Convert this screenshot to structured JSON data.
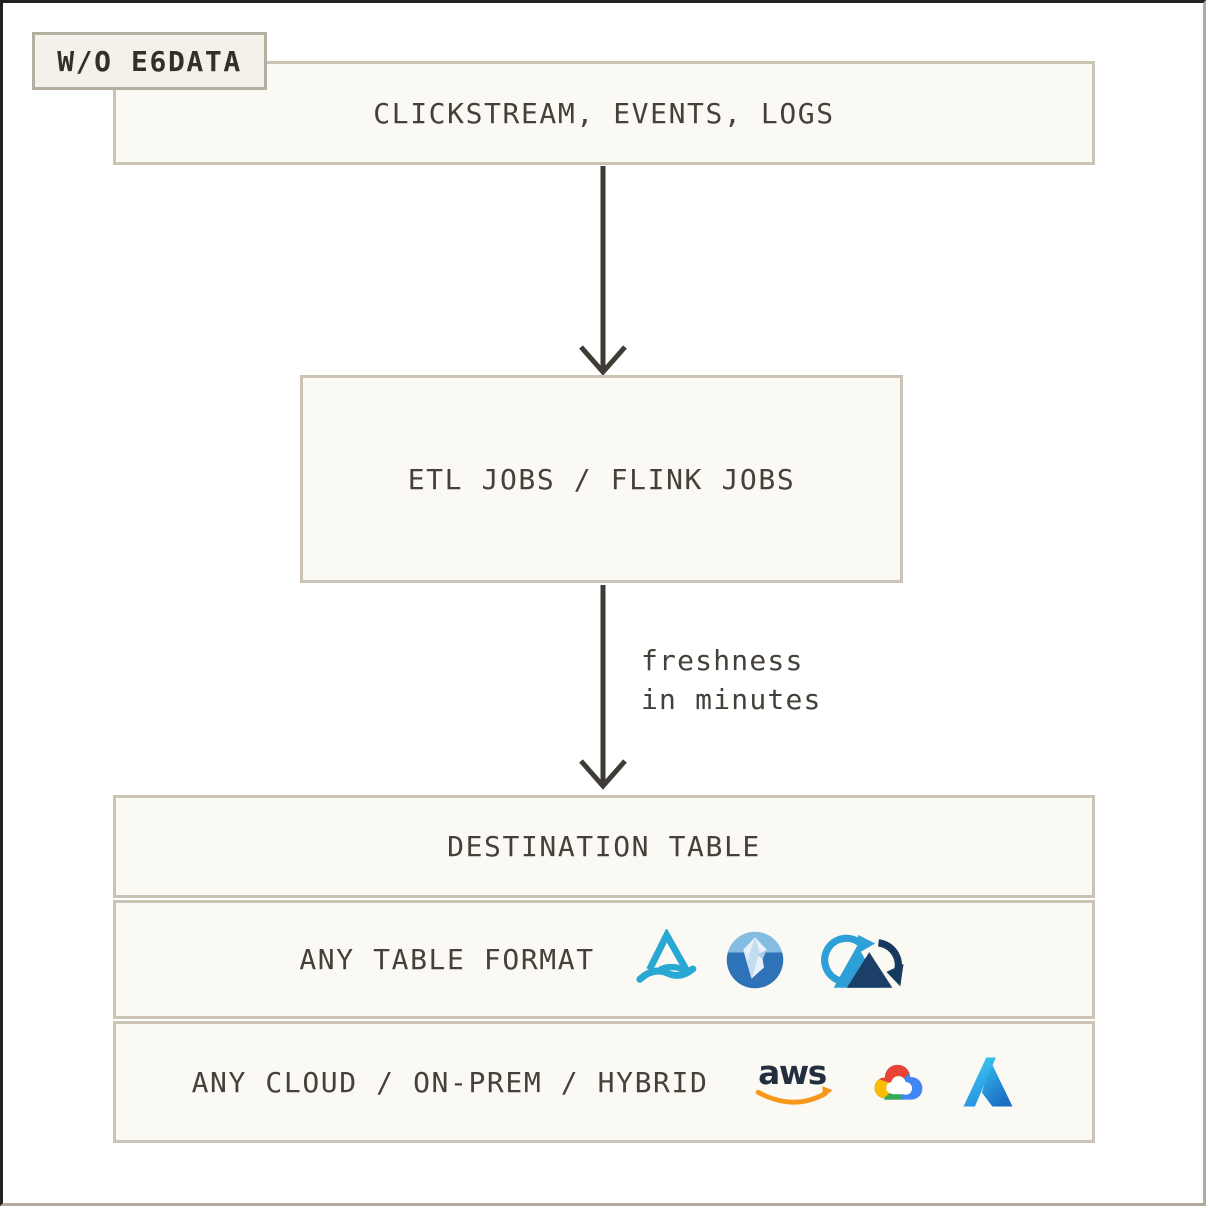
{
  "badge": {
    "label": "W/O E6DATA"
  },
  "flow": {
    "source_box": {
      "label": "CLICKSTREAM, EVENTS, LOGS"
    },
    "etl_box": {
      "label": "ETL JOBS / FLINK JOBS"
    },
    "arrow_label": {
      "line1": "freshness",
      "line2": "in minutes"
    },
    "destination": {
      "title": "DESTINATION TABLE",
      "rows": [
        {
          "label": "ANY TABLE FORMAT",
          "icons": [
            "delta-lake-icon",
            "apache-iceberg-icon",
            "apache-hudi-icon"
          ]
        },
        {
          "label": "ANY CLOUD / ON-PREM / HYBRID",
          "icons": [
            "aws-icon",
            "google-cloud-icon",
            "azure-icon"
          ]
        }
      ]
    }
  },
  "icons": {
    "aws_wordmark": "aws"
  },
  "colors": {
    "box_bg": "#FBF9F3",
    "box_border": "#CBC4B4",
    "badge_bg": "#F3F1EA",
    "badge_border": "#B5AFA1",
    "text": "#45413A",
    "arrow": "#3F3C36",
    "delta_lake_cyan": "#29A8D3",
    "iceberg_blue": "#2E72B8",
    "iceberg_sky": "#85BCE2",
    "hudi_light_blue": "#2F9FD8",
    "hudi_navy": "#16395F",
    "aws_navy": "#232F3E",
    "aws_orange": "#F7981D",
    "gcloud_blue": "#4285F4",
    "gcloud_red": "#EA4335",
    "gcloud_yellow": "#FBBC05",
    "gcloud_green": "#34A853",
    "azure_blue_light": "#35C1F1",
    "azure_blue_dark": "#1A6FC4"
  }
}
